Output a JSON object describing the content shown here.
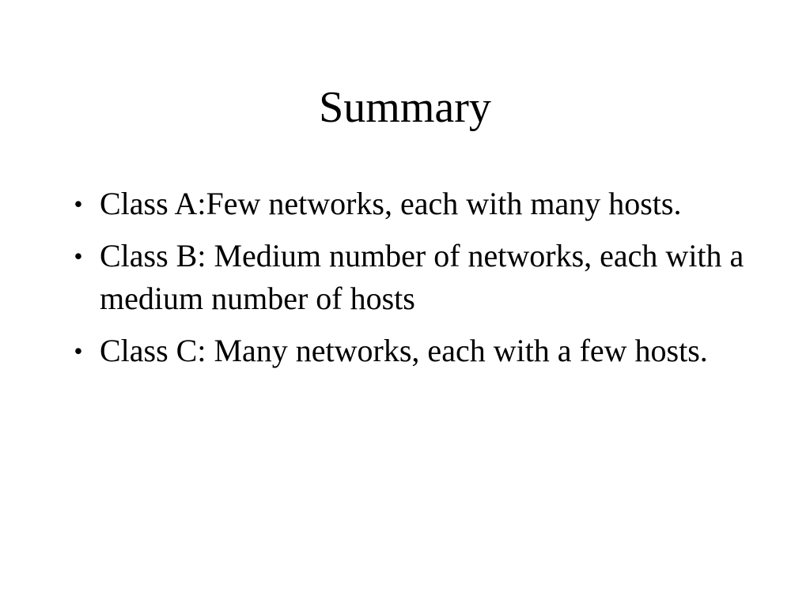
{
  "slide": {
    "title": "Summary",
    "bullet_glyph": "•",
    "bullets": [
      "Class A:Few networks, each with many hosts.",
      "Class B: Medium number of networks, each with a medium number of hosts",
      "Class C: Many networks, each with a few hosts."
    ]
  }
}
